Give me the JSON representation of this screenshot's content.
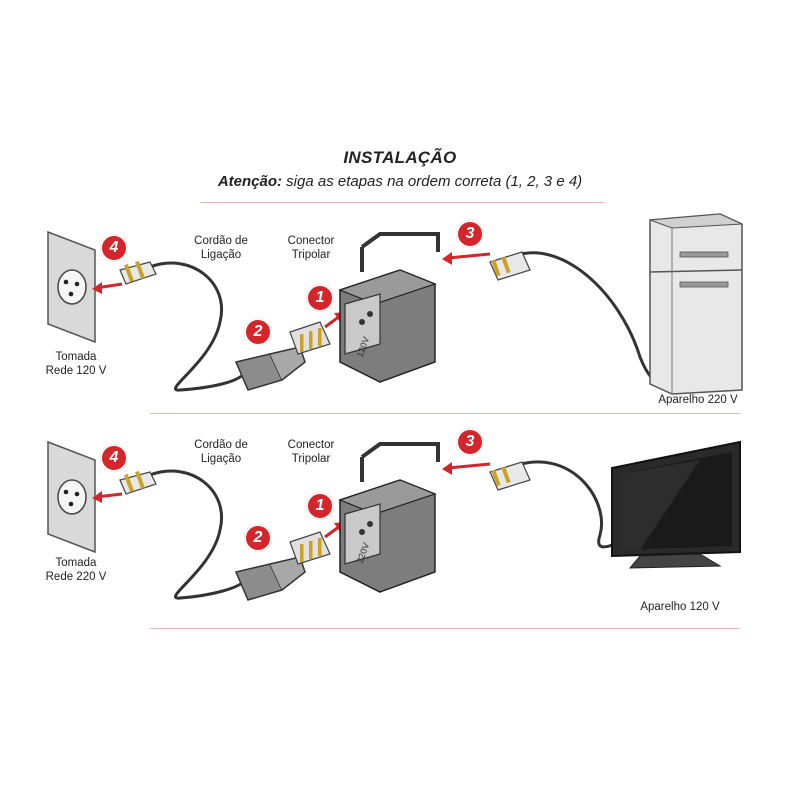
{
  "header": {
    "title": "INSTALAÇÃO",
    "subtitle_bold": "Atenção:",
    "subtitle_rest": " siga as etapas na ordem correta (1, 2, 3 e 4)"
  },
  "panels": [
    {
      "cord_label_1": "Cordão de",
      "cord_label_2": "Ligação",
      "connector_label_1": "Conector",
      "connector_label_2": "Tripolar",
      "outlet_label_1": "Tomada",
      "outlet_label_2": "Rede 120 V",
      "device_label": "Aparelho 220 V",
      "transformer_voltage": "120V",
      "steps": [
        "1",
        "2",
        "3",
        "4"
      ],
      "device_icon": "refrigerator-icon"
    },
    {
      "cord_label_1": "Cordão de",
      "cord_label_2": "Ligação",
      "connector_label_1": "Conector",
      "connector_label_2": "Tripolar",
      "outlet_label_1": "Tomada",
      "outlet_label_2": "Rede 220 V",
      "device_label": "Aparelho 120 V",
      "transformer_voltage": "220V",
      "steps": [
        "1",
        "2",
        "3",
        "4"
      ],
      "device_icon": "television-icon"
    }
  ],
  "colors": {
    "accent": "#d4252b",
    "separator": "#e6b8b8"
  }
}
